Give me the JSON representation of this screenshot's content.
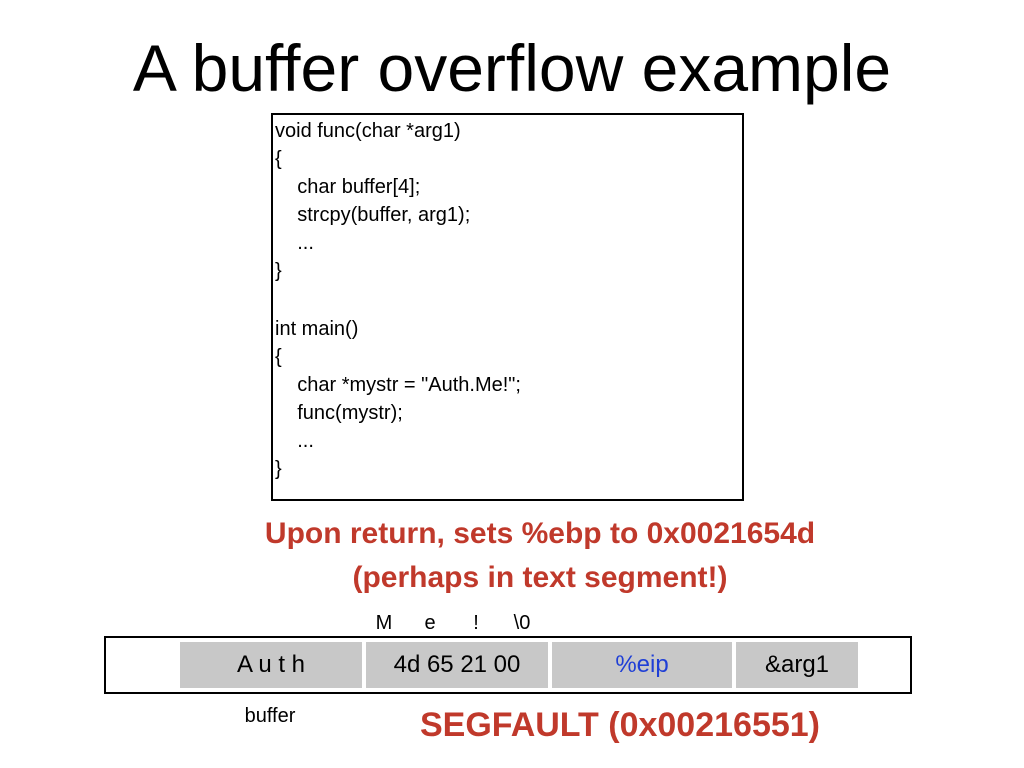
{
  "slide": {
    "title": "A buffer overflow example"
  },
  "code": {
    "lines": [
      "void func(char *arg1)",
      "{",
      "    char buffer[4];",
      "    strcpy(buffer, arg1);",
      "    ...",
      "}",
      "",
      "int main()",
      "{",
      "    char *mystr = \"Auth.Me!\";",
      "    func(mystr);",
      "    ...",
      "}"
    ]
  },
  "note": {
    "line1": "Upon return, sets %ebp to 0x0021654d",
    "line2": "(perhaps in text segment!)"
  },
  "overflow_chars": {
    "c1": "M",
    "c2": "e",
    "c3": "!",
    "c4": "\\0"
  },
  "stack": {
    "buffer_cell": "A u t h",
    "ebp_cell": "4d 65 21 00",
    "eip_cell": "%eip",
    "arg_cell": "&arg1",
    "buffer_label": "buffer"
  },
  "segfault": "SEGFAULT (0x00216551)",
  "colors": {
    "accent_red": "#c0392b",
    "eip_blue": "#1f3fd6",
    "cell_gray": "#c8c8c8"
  }
}
